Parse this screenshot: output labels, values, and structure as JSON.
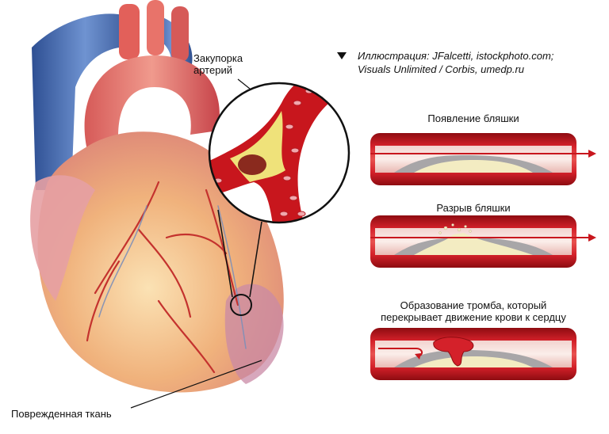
{
  "labels": {
    "blockage_line1": "Закупорка",
    "blockage_line2": "артерий",
    "damaged_tissue": "Поврежденная ткань",
    "plaque_appearance": "Появление бляшки",
    "plaque_rupture": "Разрыв бляшки",
    "thrombus_line1": "Образование тромба, который",
    "thrombus_line2": "перекрывает движение крови к сердцу"
  },
  "credit": {
    "line1": "Иллюстрация: JFalcetti, istockphoto.com;",
    "line2": "Visuals Unlimited / Corbis, umedp.ru"
  },
  "colors": {
    "artery_red": "#c8161d",
    "artery_dark": "#8e0c11",
    "plaque": "#f3ecc2",
    "heart_pink": "#e9a9a8",
    "heart_orange": "#f2b47c",
    "vein_blue": "#4c6fb3"
  }
}
